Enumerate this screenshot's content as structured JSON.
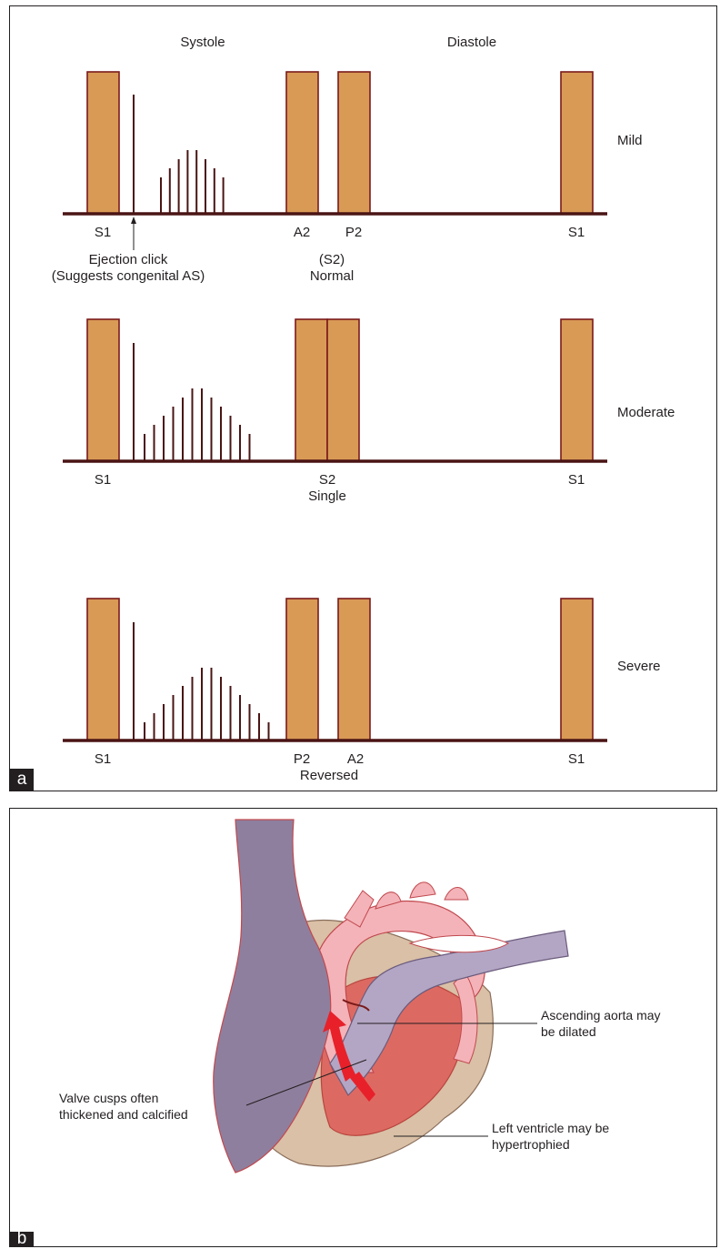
{
  "panel_a": {
    "tag": "a",
    "phase_labels": {
      "systole": "Systole",
      "diastole": "Diastole"
    },
    "rows": [
      {
        "severity": "Mild",
        "sound_labels": {
          "s1_first": "S1",
          "first_s2": "A2",
          "second_s2": "P2",
          "s1_last": "S1"
        },
        "click_note": [
          "Ejection click",
          "(Suggests congenital AS)"
        ],
        "s2_note": [
          "(S2)",
          "Normal"
        ],
        "murmur_levels": [
          3,
          4,
          5,
          6,
          6,
          5,
          4,
          3
        ]
      },
      {
        "severity": "Moderate",
        "sound_labels": {
          "s1_first": "S1",
          "single_s2": "S2",
          "s1_last": "S1"
        },
        "s2_note": [
          "Single"
        ],
        "murmur_levels": [
          2,
          3,
          4,
          5,
          6,
          7,
          7,
          6,
          5,
          4,
          3,
          2
        ]
      },
      {
        "severity": "Severe",
        "sound_labels": {
          "s1_first": "S1",
          "first_s2": "P2",
          "second_s2": "A2",
          "s1_last": "S1"
        },
        "s2_note": [
          "Reversed"
        ],
        "murmur_levels": [
          1,
          2,
          3,
          4,
          5,
          6,
          7,
          7,
          6,
          5,
          4,
          3,
          2,
          1
        ]
      }
    ]
  },
  "panel_b": {
    "tag": "b",
    "annotations": {
      "aorta": [
        "Ascending aorta may",
        "be dilated"
      ],
      "ventricle": [
        "Left ventricle may be",
        "hypertrophied"
      ],
      "valve": [
        "Valve cusps often",
        "thickened and calcified"
      ]
    }
  },
  "colors": {
    "bar_fill": "#d99a56",
    "bar_stroke": "#7a1a1a",
    "baseline": "#4a1414",
    "murmur": "#4a1414",
    "vessel_purple": "#8f7f9e",
    "aorta_pink": "#f4b3b8",
    "ventricle_red": "#dd6a62",
    "myocardium_tan": "#d9c0a6",
    "flow_arrow": "#e8202a"
  }
}
